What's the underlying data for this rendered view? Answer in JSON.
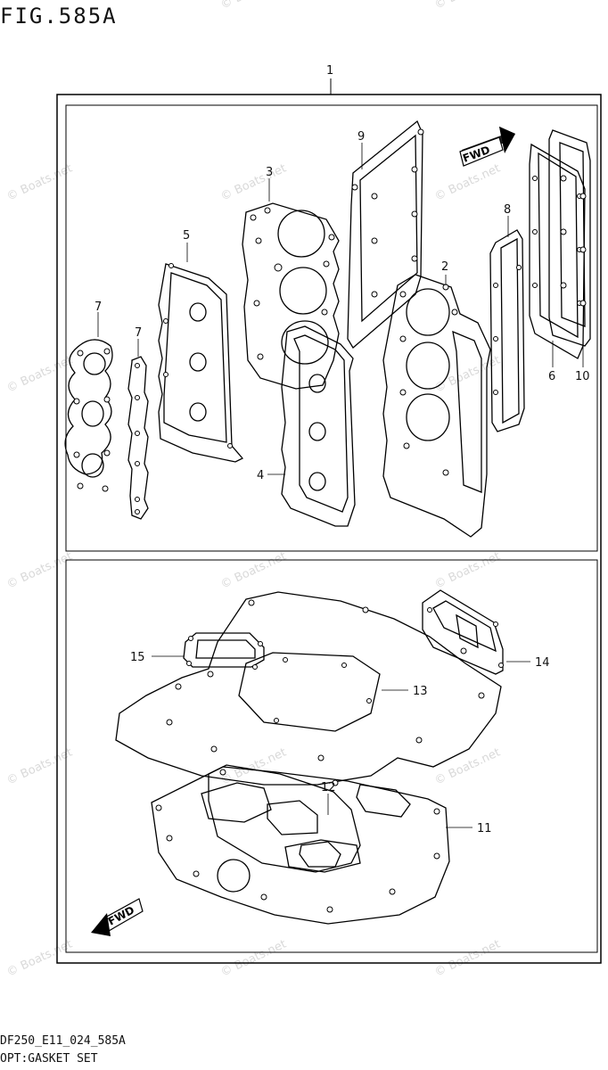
{
  "figure_title": "FIG.585A",
  "footer": {
    "code": "DF250_E11_024_585A",
    "name": "OPT:GASKET SET"
  },
  "watermark": "© Boats.net",
  "arrows": {
    "fwd_text": "FWD"
  },
  "callouts": [
    "1",
    "2",
    "3",
    "4",
    "5",
    "6",
    "7",
    "8",
    "9",
    "10",
    "11",
    "12",
    "13",
    "14",
    "15"
  ]
}
